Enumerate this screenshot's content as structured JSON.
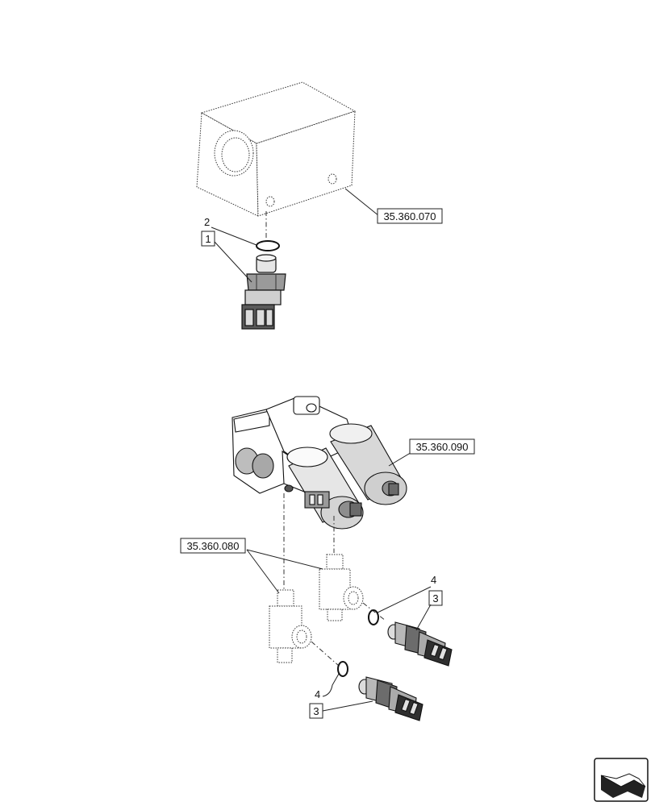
{
  "diagram": {
    "references": {
      "valve_block": "35.360.070",
      "solenoid_valve": "35.360.090",
      "fittings": "35.360.080"
    },
    "callouts": {
      "part_1": "1",
      "part_2": "2",
      "part_3_upper": "3",
      "part_3_lower": "3",
      "part_4_upper": "4",
      "part_4_lower": "4"
    },
    "nav_icon": "next-page-arrow-icon"
  }
}
